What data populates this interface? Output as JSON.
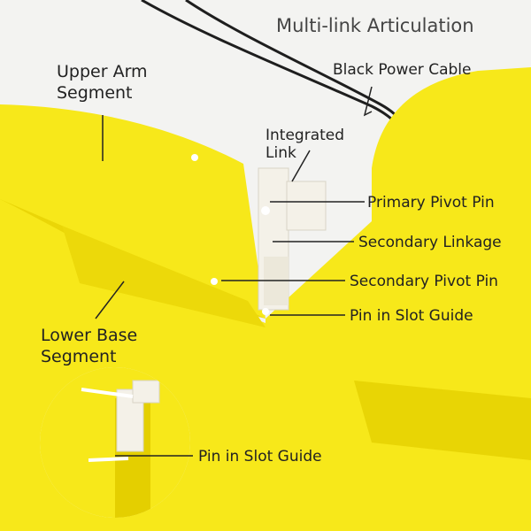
{
  "title": "Multi-link Articulation",
  "labels": {
    "black_power_cable": "Black Power Cable",
    "upper_arm_line1": "Upper Arm",
    "upper_arm_line2": "Segment",
    "integrated_link_line1": "Integrated",
    "integrated_link_line2": "Link",
    "primary_pivot_pin": "Primary Pivot Pin",
    "secondary_linkage": "Secondary Linkage",
    "secondary_pivot_pin": "Secondary Pivot Pin",
    "pin_in_slot_guide": "Pin in Slot Guide",
    "lower_base_line1": "Lower Base",
    "lower_base_line2": "Segment",
    "inset_pin_in_slot_guide": "Pin in Slot Guide"
  },
  "colors": {
    "body_yellow": "#f7e81a",
    "shadow_yellow": "#e4cf00",
    "link_white": "#f4f1e8",
    "cable": "#1e1e1e",
    "leader_line": "#222222"
  }
}
